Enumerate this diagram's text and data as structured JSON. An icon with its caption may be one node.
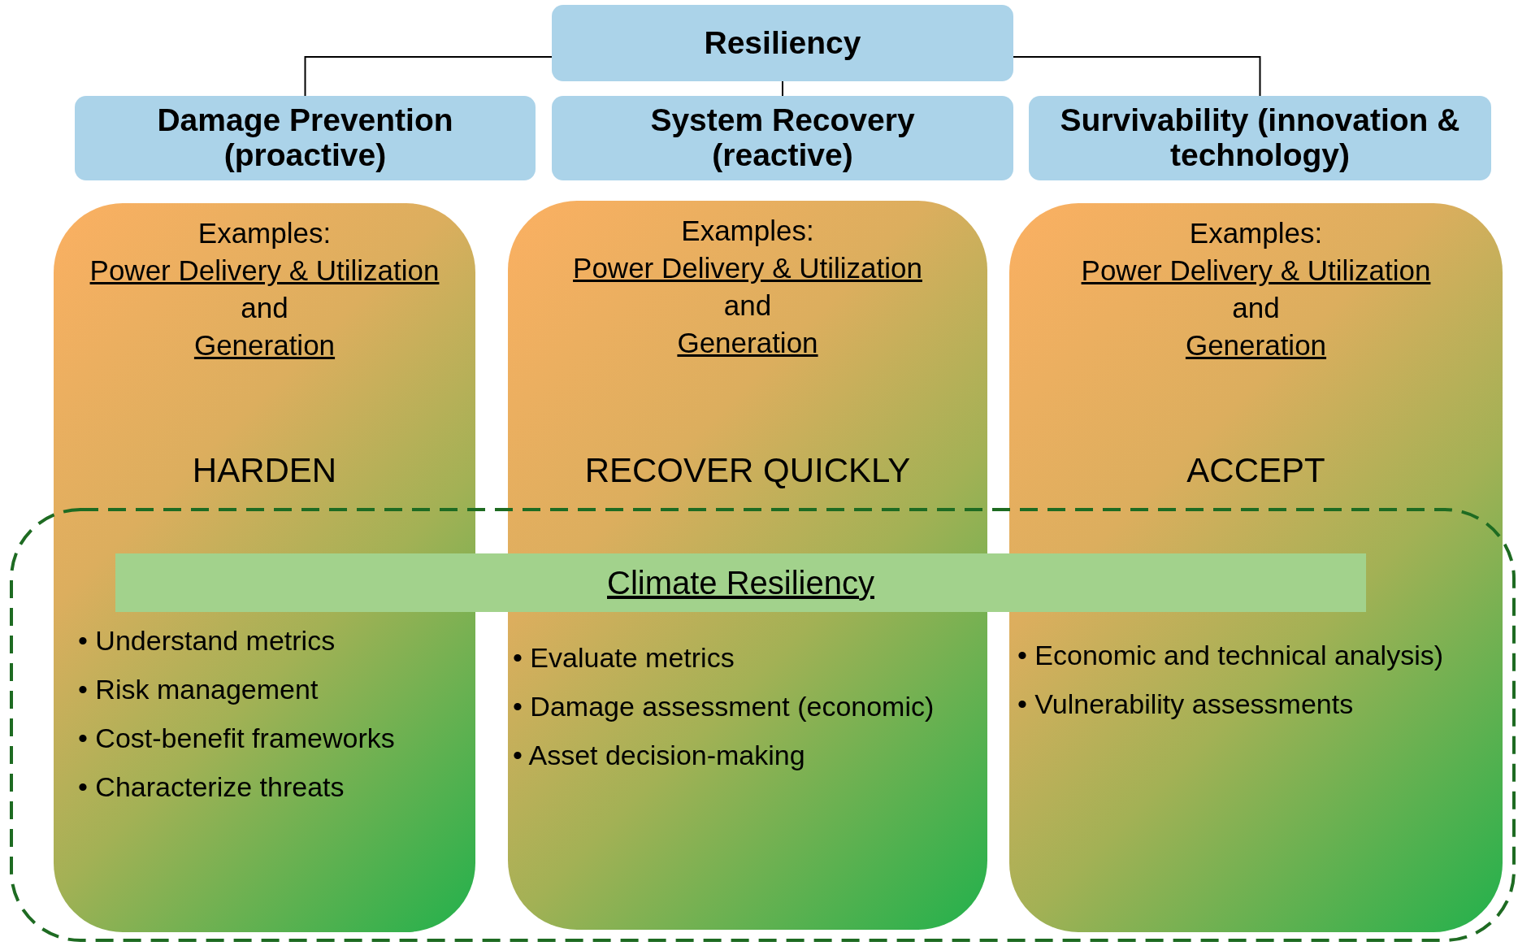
{
  "diagram": {
    "nodes": [
      {
        "text": [
          "Resiliency"
        ]
      },
      {
        "text": [
          "Damage Prevention (proactive)"
        ]
      },
      {
        "text": [
          "System Recovery (reactive)"
        ]
      },
      {
        "text": [
          "Survivability (innovation & technology)"
        ]
      },
      {
        "text": [
          "Examples:",
          "Power Delivery & Utilization",
          "and",
          "Generation",
          "HARDEN",
          "• Understand metrics",
          "• Risk management",
          "• Cost-benefit frameworks",
          "• Characterize threats"
        ]
      },
      {
        "text": [
          "Examples:",
          "Power Delivery & Utilization",
          "and",
          "Generation",
          "RECOVER QUICKLY",
          "• Evaluate metrics",
          "• Damage assessment (economic)",
          "• Asset decision-making"
        ]
      },
      {
        "text": [
          "Examples:",
          "Power Delivery & Utilization",
          "and",
          "Generation",
          "ACCEPT",
          "• Economic and technical analysis)",
          "• Vulnerability assessments"
        ]
      },
      {
        "text": [
          "Climate Resiliency"
        ]
      }
    ],
    "edges": [
      {
        "from": 0,
        "to": 1,
        "arrow": "none"
      },
      {
        "from": 0,
        "to": 2,
        "arrow": "none"
      },
      {
        "from": 0,
        "to": 3,
        "arrow": "none"
      }
    ]
  }
}
